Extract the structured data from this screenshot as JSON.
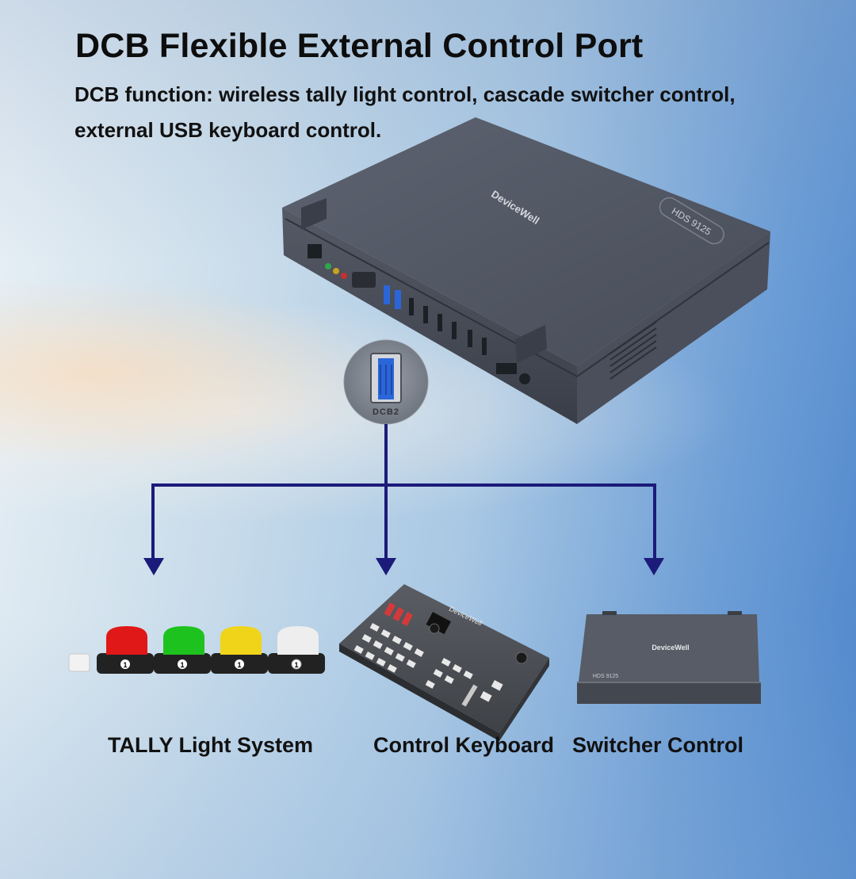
{
  "title": "DCB Flexible External Control Port",
  "description": "DCB function: wireless tally light control, cascade switcher control, external USB keyboard control.",
  "port_label": "DCB2",
  "device": {
    "brand": "DeviceWell",
    "model": "HDS 9125"
  },
  "keyboard_brand": "DeviceWell",
  "tally_numbers": [
    "1",
    "1",
    "1",
    "1"
  ],
  "outputs": [
    {
      "label": "TALLY Light System"
    },
    {
      "label": "Control Keyboard"
    },
    {
      "label": "Switcher Control"
    }
  ],
  "colors": {
    "connector_lines": "#1b1b7a",
    "tally_red": "#e01818",
    "tally_green": "#1ec21e",
    "tally_yellow": "#f0d41a",
    "tally_white": "#eeeeee",
    "usb3_blue": "#2b66d9"
  },
  "icons": [
    "tally-light-icon",
    "control-keyboard-icon",
    "switcher-device-icon",
    "usb-port-icon"
  ]
}
